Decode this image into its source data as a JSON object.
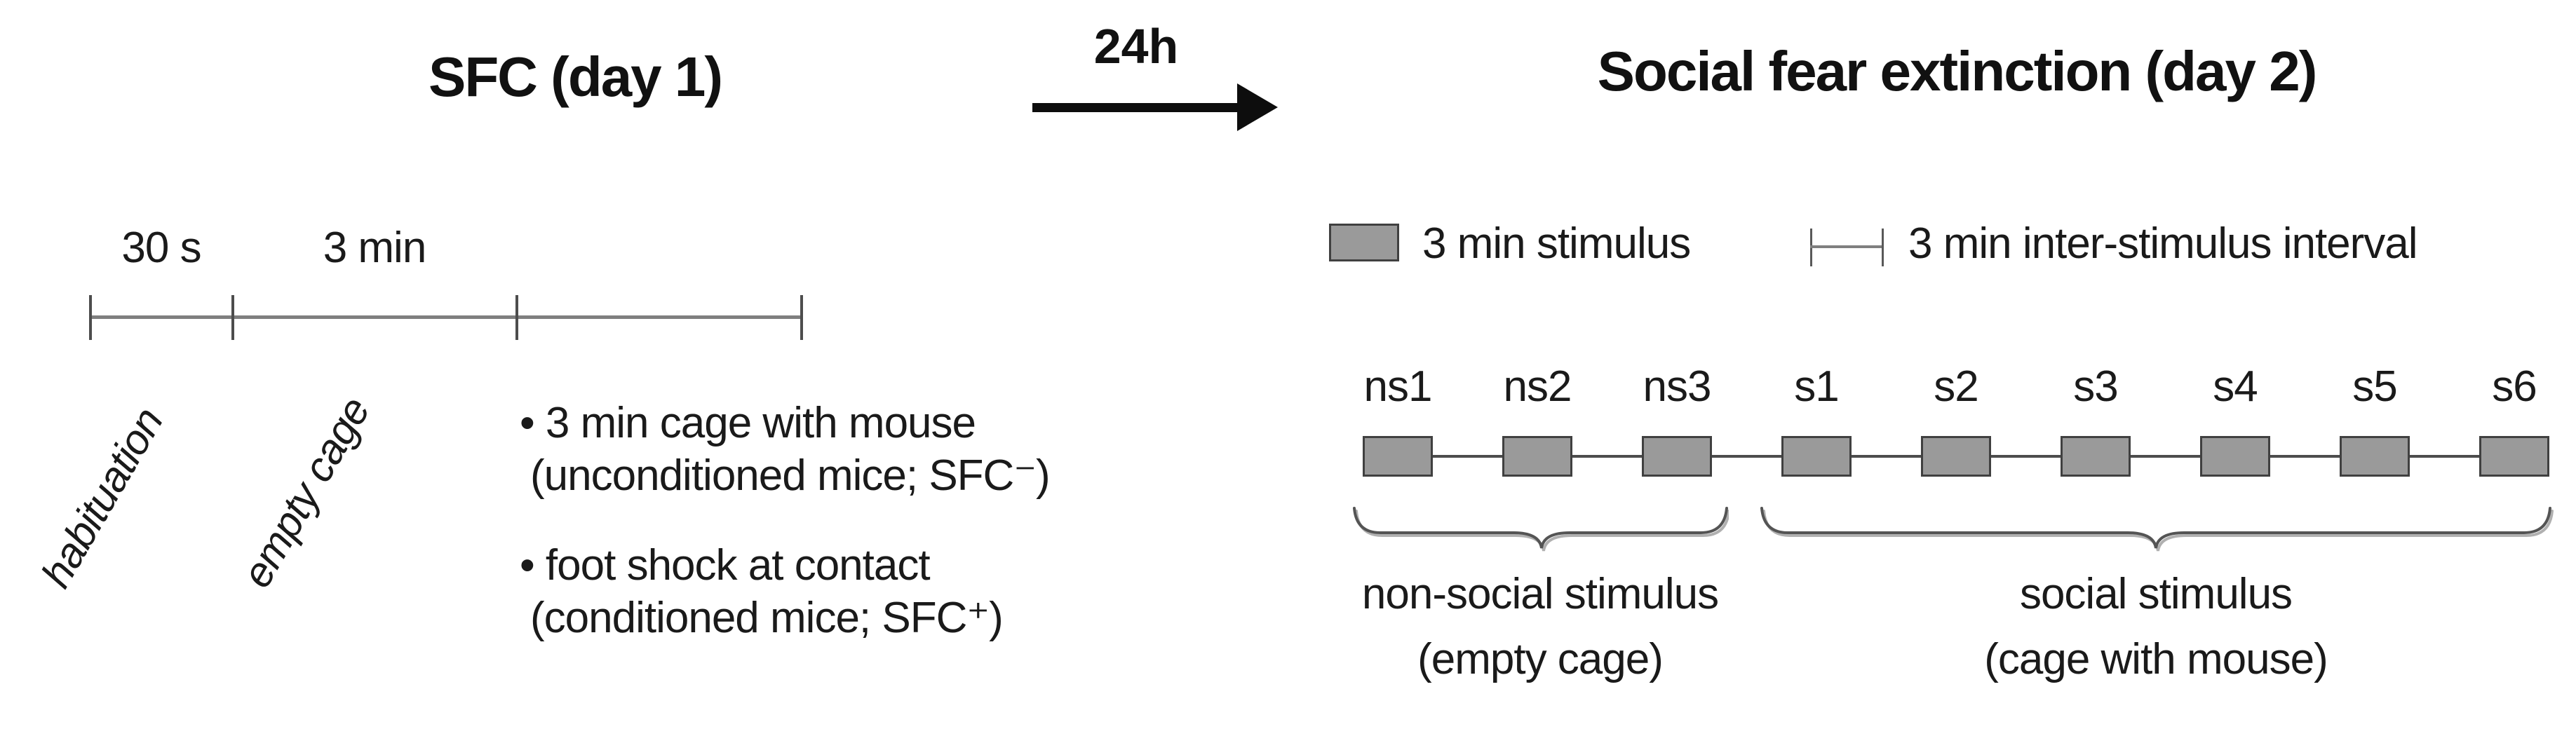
{
  "day1": {
    "title": "SFC (day 1)",
    "interval_labels": [
      "30 s",
      "3 min"
    ],
    "rotated_labels": [
      "habituation",
      "empty cage"
    ],
    "bullets": [
      {
        "line1": "• 3 min cage with mouse",
        "line2": "(unconditioned mice; SFC⁻)"
      },
      {
        "line1": "• foot shock at contact",
        "line2": "(conditioned mice; SFC⁺)"
      }
    ]
  },
  "transition": {
    "label": "24h"
  },
  "day2": {
    "title": "Social fear extinction (day 2)",
    "legend": {
      "stimulus_label": "3 min stimulus",
      "interval_label": "3 min inter-stimulus interval"
    },
    "stimuli": [
      "ns1",
      "ns2",
      "ns3",
      "s1",
      "s2",
      "s3",
      "s4",
      "s5",
      "s6"
    ],
    "groups": [
      {
        "label": "non-social stimulus",
        "sublabel": "(empty cage)"
      },
      {
        "label": "social stimulus",
        "sublabel": "(cage with mouse)"
      }
    ]
  },
  "colors": {
    "stimulus_box_fill": "#9a9a9a",
    "stimulus_box_border": "#404040",
    "timeline_line": "#7f7f7f",
    "tick": "#4d4d4d",
    "brace": "#545454",
    "brace_shadow": "#b0b0b0",
    "arrow": "#0d0d0d",
    "text": "#1a1a1a"
  }
}
